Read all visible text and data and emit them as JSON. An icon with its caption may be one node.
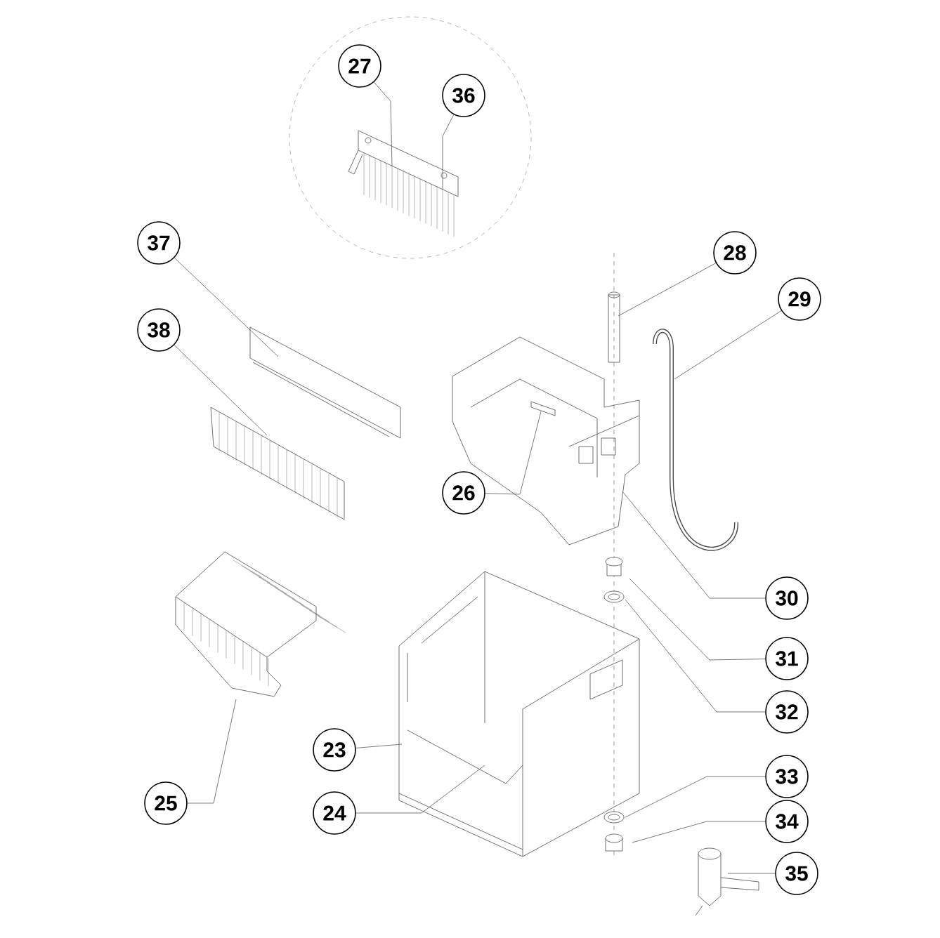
{
  "diagram": {
    "nodes": [
      {
        "text": [
          "27"
        ]
      },
      {
        "text": [
          "36"
        ]
      },
      {
        "text": [
          "37"
        ]
      },
      {
        "text": [
          "28"
        ]
      },
      {
        "text": [
          "29"
        ]
      },
      {
        "text": [
          "38"
        ]
      },
      {
        "text": [
          "26"
        ]
      },
      {
        "text": [
          "30"
        ]
      },
      {
        "text": [
          "31"
        ]
      },
      {
        "text": [
          "32"
        ]
      },
      {
        "text": [
          "25"
        ]
      },
      {
        "text": [
          "23"
        ]
      },
      {
        "text": [
          "24"
        ]
      },
      {
        "text": [
          "33"
        ]
      },
      {
        "text": [
          "34"
        ]
      },
      {
        "text": [
          "35"
        ]
      }
    ],
    "edges": [
      {
        "from": 0,
        "to": null,
        "arrow": "none"
      },
      {
        "from": 1,
        "to": null,
        "arrow": "none"
      },
      {
        "from": 2,
        "to": null,
        "arrow": "none"
      },
      {
        "from": 3,
        "to": null,
        "arrow": "none"
      },
      {
        "from": 4,
        "to": null,
        "arrow": "none"
      },
      {
        "from": 5,
        "to": null,
        "arrow": "none"
      },
      {
        "from": 6,
        "to": null,
        "arrow": "none"
      },
      {
        "from": 7,
        "to": null,
        "arrow": "none"
      },
      {
        "from": 8,
        "to": null,
        "arrow": "none"
      },
      {
        "from": 9,
        "to": null,
        "arrow": "none"
      },
      {
        "from": 10,
        "to": null,
        "arrow": "none"
      },
      {
        "from": 11,
        "to": null,
        "arrow": "none"
      },
      {
        "from": 12,
        "to": null,
        "arrow": "none"
      },
      {
        "from": 13,
        "to": null,
        "arrow": "none"
      },
      {
        "from": 14,
        "to": null,
        "arrow": "none"
      },
      {
        "from": 15,
        "to": null,
        "arrow": "none"
      }
    ]
  }
}
